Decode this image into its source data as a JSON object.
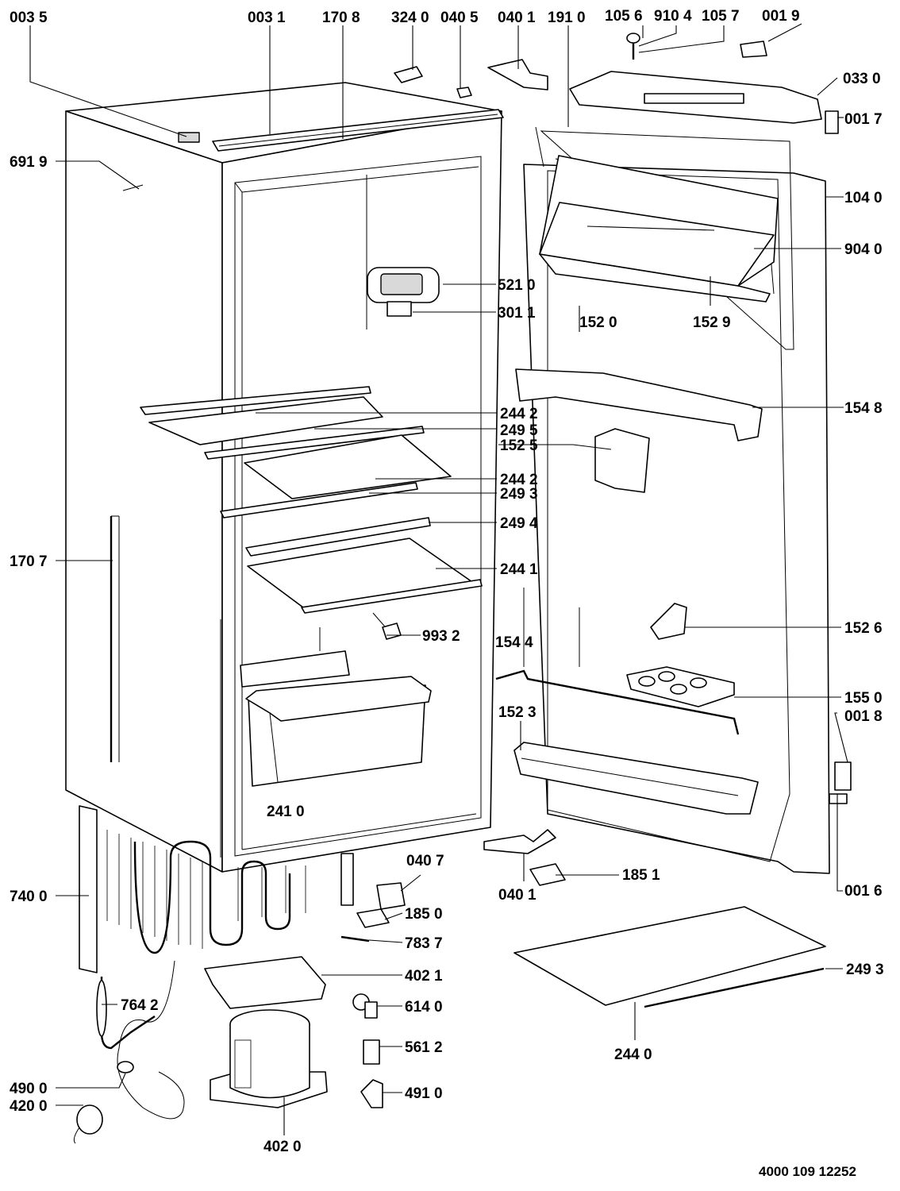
{
  "diagram": {
    "labels": {
      "p0035": "003 5",
      "p0031": "003 1",
      "p1708": "170 8",
      "p3240": "324 0",
      "p0405": "040 5",
      "p0401_top": "040 1",
      "p1910": "191 0",
      "p1056": "105 6",
      "p9104": "910 4",
      "p1057": "105 7",
      "p0019": "001 9",
      "p0330": "033 0",
      "p0017": "001 7",
      "p6919": "691 9",
      "p1040": "104 0",
      "p9040": "904 0",
      "p5210": "521 0",
      "p3011": "301 1",
      "p1520": "152 0",
      "p1529": "152 9",
      "p1548": "154 8",
      "p2442_a": "244 2",
      "p2495": "249 5",
      "p1525": "152 5",
      "p2442_b": "244 2",
      "p2493_a": "249 3",
      "p2494": "249 4",
      "p1707": "170 7",
      "p2441": "244 1",
      "p1526": "152 6",
      "p9932": "993 2",
      "p1544": "154 4",
      "p1550": "155 0",
      "p0018": "001 8",
      "p1523": "152 3",
      "p2410": "241 0",
      "p0407": "040 7",
      "p1851": "185 1",
      "p0401_bot": "040 1",
      "p0016": "001 6",
      "p7400": "740 0",
      "p1850": "185 0",
      "p7837": "783 7",
      "p4021": "402 1",
      "p2493_b": "249 3",
      "p7642": "764 2",
      "p6140": "614 0",
      "p5612": "561 2",
      "p2440": "244 0",
      "p4900": "490 0",
      "p4910": "491 0",
      "p4200": "420 0",
      "p4020": "402 0"
    },
    "document_number": "4000 109 12252"
  }
}
